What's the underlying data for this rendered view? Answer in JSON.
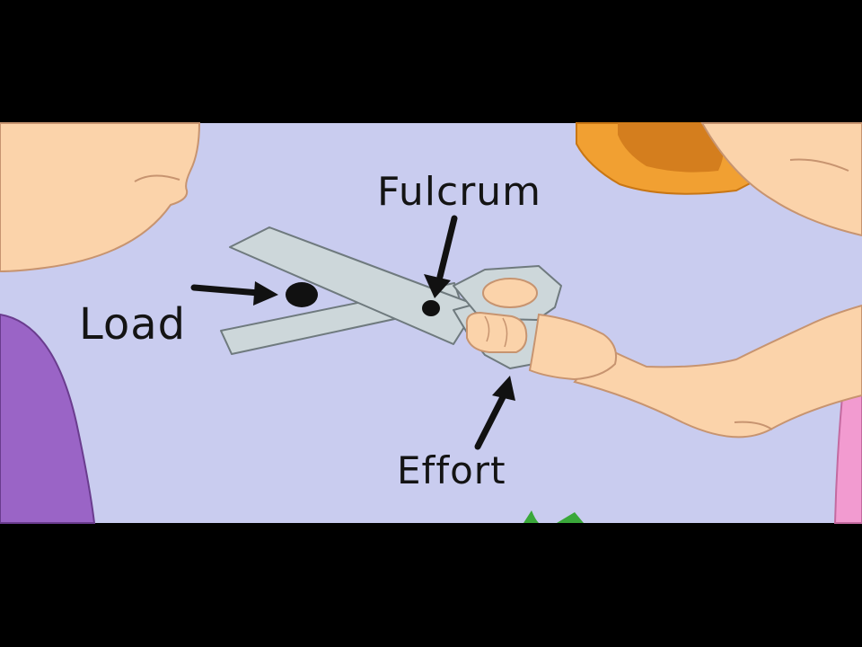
{
  "labels": {
    "fulcrum": "Fulcrum",
    "load": "Load",
    "effort": "Effort"
  },
  "colors": {
    "background": "#c9ccef",
    "letterbox": "#000000",
    "skin": "#fbd3aa",
    "skin_outline": "#c79470",
    "scissors": "#cdd7da",
    "scissors_outline": "#6f7a7e",
    "purple_shirt": "#9a64c6",
    "hair": "#f1a032",
    "hair_dark": "#d47e1e",
    "pink_shirt": "#f29bd0",
    "green_shape": "#3aa83a",
    "arrow": "#111111"
  }
}
